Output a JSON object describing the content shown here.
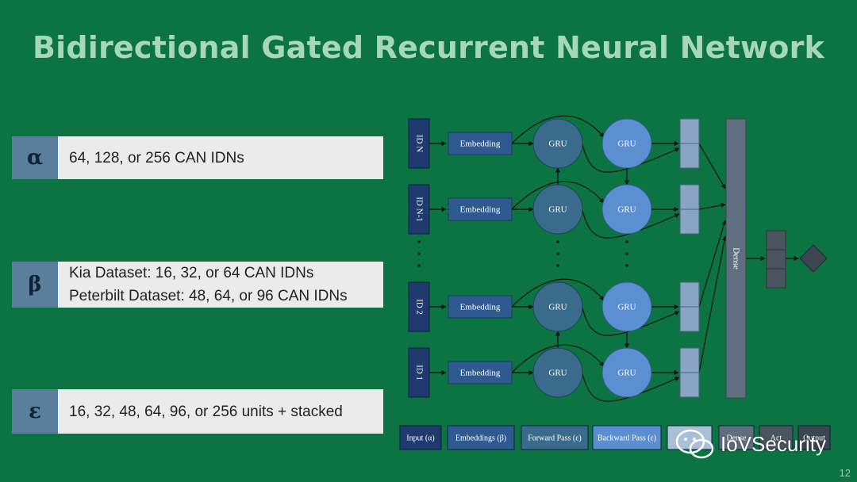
{
  "slide": {
    "title": "Bidirectional Gated Recurrent Neural Network",
    "page_number": "12"
  },
  "params": [
    {
      "symbol": "α",
      "lines": [
        "64, 128, or 256 CAN IDNs"
      ]
    },
    {
      "symbol": "β",
      "lines": [
        "Kia Dataset: 16, 32, or 64 CAN IDNs",
        "Peterbilt Dataset: 48, 64, or 96 CAN IDNs"
      ]
    },
    {
      "symbol": "ε",
      "lines": [
        "16, 32, 48, 64, 96, or 256 units + stacked"
      ]
    }
  ],
  "diagram": {
    "rows": [
      {
        "input": "ID N",
        "embedding": "Embedding",
        "forward": "GRU",
        "backward": "GRU"
      },
      {
        "input": "ID N-1",
        "embedding": "Embedding",
        "forward": "GRU",
        "backward": "GRU"
      },
      {
        "input": "ID 2",
        "embedding": "Embedding",
        "forward": "GRU",
        "backward": "GRU"
      },
      {
        "input": "ID 1",
        "embedding": "Embedding",
        "forward": "GRU",
        "backward": "GRU"
      }
    ],
    "dense": "Dense",
    "legend": [
      {
        "label": "Input (α)",
        "fill": "#1e3a6e",
        "text": "#ffffff"
      },
      {
        "label": "Embeddings (β)",
        "fill": "#2f5a8f",
        "text": "#ffffff"
      },
      {
        "label": "Forward Pass (ε)",
        "fill": "#3a6b8c",
        "text": "#ffffff"
      },
      {
        "label": "Backward Pass (ε)",
        "fill": "#5b8fd1",
        "text": "#ffffff"
      },
      {
        "label": "",
        "fill": "#a8bfd6",
        "text": "#1e3a6e"
      },
      {
        "label": "Dense",
        "fill": "#5f6f7f",
        "text": "#ffffff"
      },
      {
        "label": "Act",
        "fill": "#4a5560",
        "text": "#ffffff"
      },
      {
        "label": "Output",
        "fill": "#3c4650",
        "text": "#ffffff"
      }
    ],
    "colors": {
      "input": "#1e3a6e",
      "embedding": "#2f5a8f",
      "forward": "#3a6b8c",
      "backward": "#5b8fd1",
      "concat": "#8aa5c4",
      "dense": "#5f6f7f",
      "activation": "#4a5560",
      "output": "#3c4650",
      "line": "#111111"
    }
  },
  "watermark": {
    "text": "IoVSecurity",
    "icon": "wechat-icon"
  }
}
